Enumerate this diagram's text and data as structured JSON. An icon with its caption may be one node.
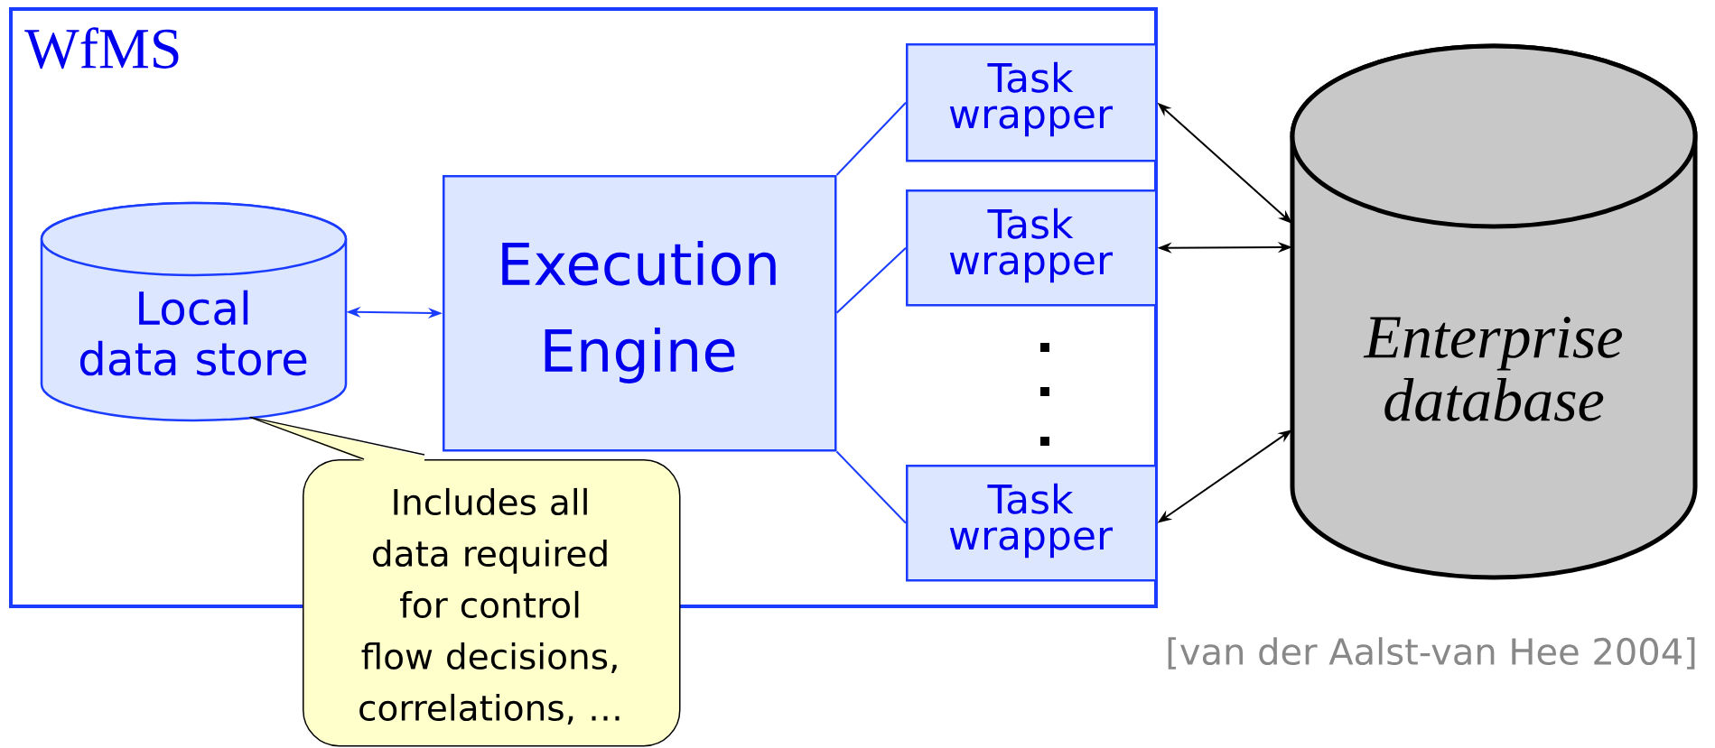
{
  "diagram": {
    "nodes": [
      {
        "text": [
          "WfMS"
        ]
      },
      {
        "text": [
          "Local data store"
        ],
        "in": 0
      },
      {
        "text": [
          "Execution Engine"
        ],
        "in": 0
      },
      {
        "text": [
          "Task wrapper"
        ],
        "in": 0
      },
      {
        "text": [
          "Task wrapper"
        ],
        "in": 0
      },
      {
        "text": [
          "Task wrapper"
        ],
        "in": 0
      },
      {
        "text": [
          "Enterprise database"
        ]
      },
      {
        "text": [
          "Includes all data required for control flow decisions, correlations, …"
        ]
      }
    ],
    "edges": [
      {
        "from": 1,
        "to": 2,
        "arrow": "both"
      },
      {
        "from": 2,
        "to": 3,
        "arrow": "none"
      },
      {
        "from": 2,
        "to": 4,
        "arrow": "none"
      },
      {
        "from": 2,
        "to": 5,
        "arrow": "none"
      },
      {
        "from": 3,
        "to": 6,
        "arrow": "both",
        "color": "#000000"
      },
      {
        "from": 4,
        "to": 6,
        "arrow": "both",
        "color": "#000000"
      },
      {
        "from": 5,
        "to": 6,
        "arrow": "both",
        "color": "#000000"
      },
      {
        "from": 7,
        "to": 1,
        "arrow": "none",
        "color": "#000000"
      }
    ],
    "labels": [
      "[van der Aalst-van Hee 2004]"
    ]
  }
}
